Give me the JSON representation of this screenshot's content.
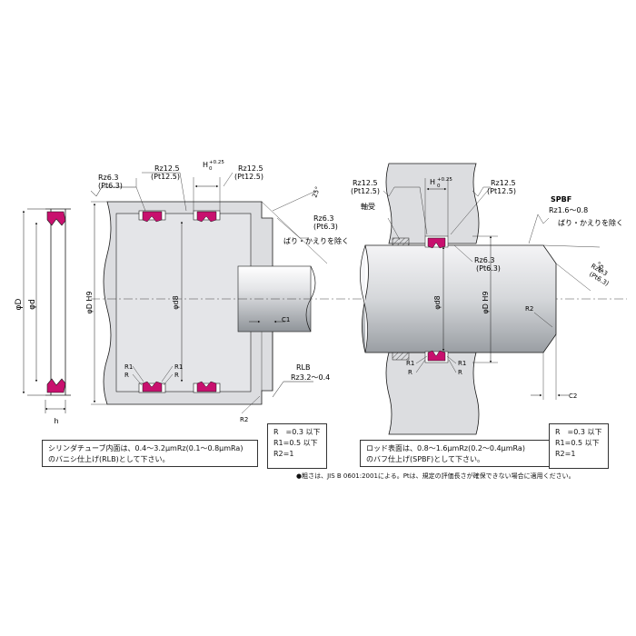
{
  "colors": {
    "line": "#1a1a1a",
    "body_gray": "#dcdde0",
    "body_gray_dark": "#9fa3a8",
    "seal_magenta": "#c8106e",
    "hatch": "#444444"
  },
  "left": {
    "dim_D": "φD",
    "dim_d": "φd",
    "dim_DH9": "φD H9",
    "dim_d8": "φd8",
    "dim_h": "h",
    "dim_H": "H",
    "tol_H_upper": "+0.25",
    "tol_H_lower": "0",
    "rz_top_left": "Rz12.5",
    "pt_top_left": "(Pt12.5)",
    "rz_top_right": "Rz12.5",
    "pt_top_right": "(Pt12.5)",
    "rz_corner": "Rz6.3",
    "pt_corner": "(Pt6.3)",
    "rz_chamfer": "Rz6.3",
    "pt_chamfer": "(Pt6.3)",
    "angle": "25°",
    "burr_note": "ばり・かえりを除く",
    "c1": "C1",
    "rlb": "RLB",
    "rlb_rz": "Rz3.2～0.4",
    "r1_a": "R1",
    "r1_b": "R1",
    "r_a": "R",
    "r_b": "R",
    "r2": "R2"
  },
  "right": {
    "bearing": "軸受",
    "dim_d8": "φd8",
    "dim_DH9": "φD H9",
    "dim_H": "H",
    "tol_H_upper": "+0.25",
    "tol_H_lower": "0",
    "rz_top_left": "Rz12.5",
    "pt_top_left": "(Pt12.5)",
    "rz_top_right": "Rz12.5",
    "pt_top_right": "(Pt12.5)",
    "spbf": "SPBF",
    "spbf_rz": "Rz1.6～0.8",
    "burr_note": "ばり・かえりを除く",
    "rz_groove": "Rz6.3",
    "pt_groove": "(Pt6.3)",
    "rz_chamfer": "Rz6.3",
    "pt_chamfer": "(Pt6.3)",
    "angle": "25°",
    "r2": "R2",
    "c2": "C2",
    "r1_a": "R1",
    "r1_b": "R1",
    "r_a": "R",
    "r_b": "R"
  },
  "notes": {
    "left_line1": "シリンダチューブ内面は、0.4～3.2μmRz(0.1～0.8μmRa)",
    "left_line2": "のバニシ仕上げ(RLB)として下さい。",
    "right_line1": "ロッド表面は、0.8～1.6μmRz(0.2～0.4μmRa)",
    "right_line2": "のバフ仕上げ(SPBF)として下さい。",
    "radius_left_1": "R　=0.3 以下",
    "radius_left_2": "R1=0.5 以下",
    "radius_left_3": "R2=1",
    "radius_right_1": "R　=0.3 以下",
    "radius_right_2": "R1=0.5 以下",
    "radius_right_3": "R2=1",
    "footnote": "●粗さは、JIS B 0601:2001による。Ptは、規定の評価長さが確保できない場合に適用ください。"
  }
}
